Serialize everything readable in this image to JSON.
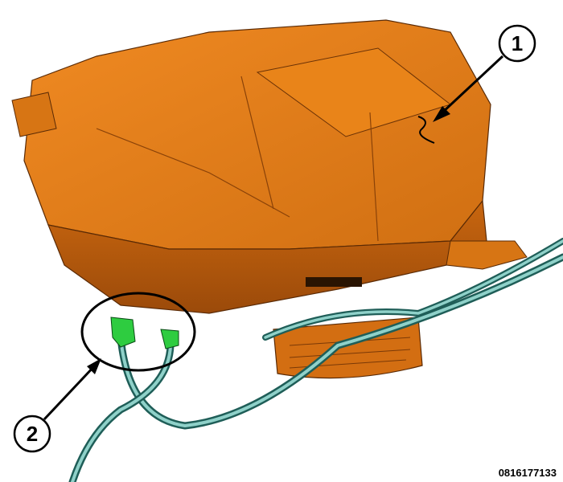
{
  "figure": {
    "id": "0816177133",
    "callouts": [
      {
        "label": "1"
      },
      {
        "label": "2"
      }
    ]
  },
  "colors": {
    "housing": "#e07a17",
    "housing_dark": "#a9520c",
    "housing_shadow": "#7d3b08",
    "connector": "#2ecc40",
    "tube": "#6fb7b0",
    "tube_dark": "#1f5e58",
    "outline": "#000000"
  }
}
